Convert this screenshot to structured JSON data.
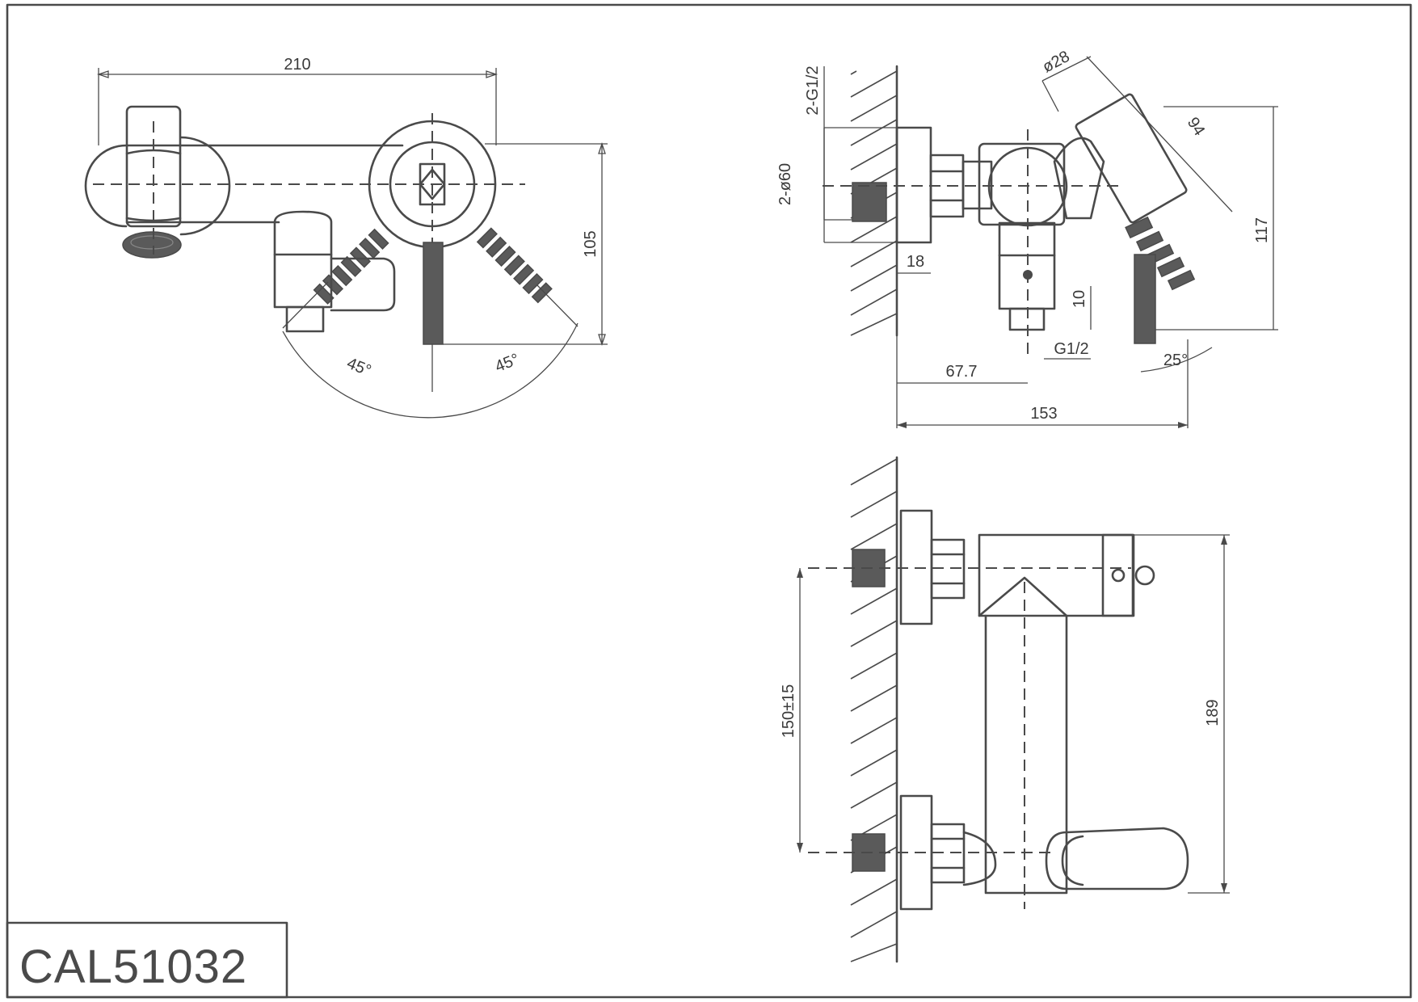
{
  "title_block": {
    "model_code": "CAL51032"
  },
  "dimensions": {
    "top_view": {
      "width": "210",
      "depth": "105",
      "angle_left": "45°",
      "angle_right": "45°"
    },
    "side_view": {
      "thread_pair": "2-G1/2",
      "diameter_pair": "2-ø60",
      "handle_diameter": "ø28",
      "handset_length": "94",
      "height": "117",
      "flange": "18",
      "outlet_length": "10",
      "outlet_thread": "G1/2",
      "offset": "67.7",
      "projection": "153",
      "handset_angle": "25°"
    },
    "front_view": {
      "inlet_spacing": "150±15",
      "total_height": "189"
    }
  }
}
